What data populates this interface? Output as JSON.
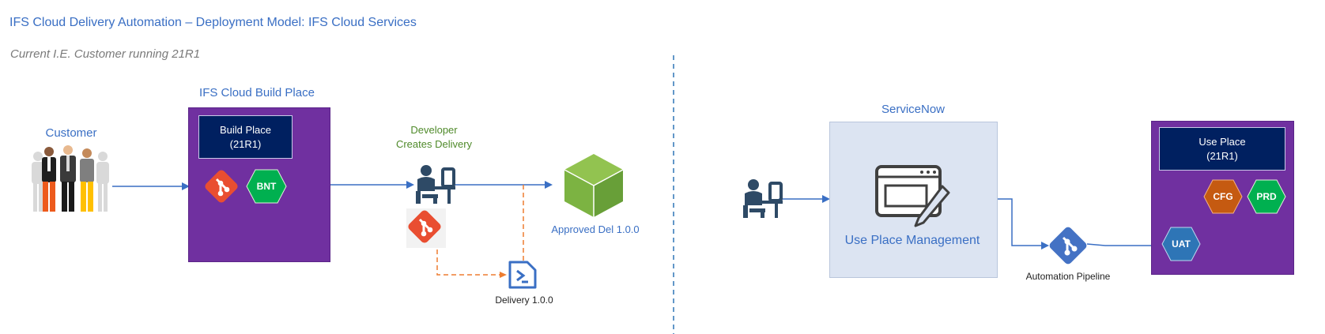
{
  "title": "IFS Cloud Delivery Automation – Deployment Model: IFS Cloud Services",
  "subtitle": "Current I.E. Customer running 21R1",
  "left": {
    "customer_label": "Customer",
    "build_place_header": "IFS Cloud Build Place",
    "build_place_box_line1": "Build Place",
    "build_place_box_line2": "(21R1)",
    "bnt_label": "BNT",
    "developer_line1": "Developer",
    "developer_line2": "Creates Delivery",
    "approved_label": "Approved Del 1.0.0",
    "delivery_label": "Delivery 1.0.0"
  },
  "right": {
    "servicenow_label": "ServiceNow",
    "use_place_mgmt_label": "Use Place Management",
    "pipeline_label": "Automation Pipeline",
    "use_place_box_line1": "Use Place",
    "use_place_box_line2": "(21R1)",
    "cfg_label": "CFG",
    "prd_label": "PRD",
    "uat_label": "UAT"
  },
  "colors": {
    "accent_blue": "#3a6fc4",
    "purple": "#7030a0",
    "navy": "#002060",
    "git_orange": "#e94e31",
    "hex_green": "#00b050",
    "hex_orange": "#c55a11",
    "hex_blue": "#2e75b6",
    "cube_green": "#7cb342",
    "dash_orange": "#ed7d31",
    "dash_yellow": "#ffc000"
  }
}
